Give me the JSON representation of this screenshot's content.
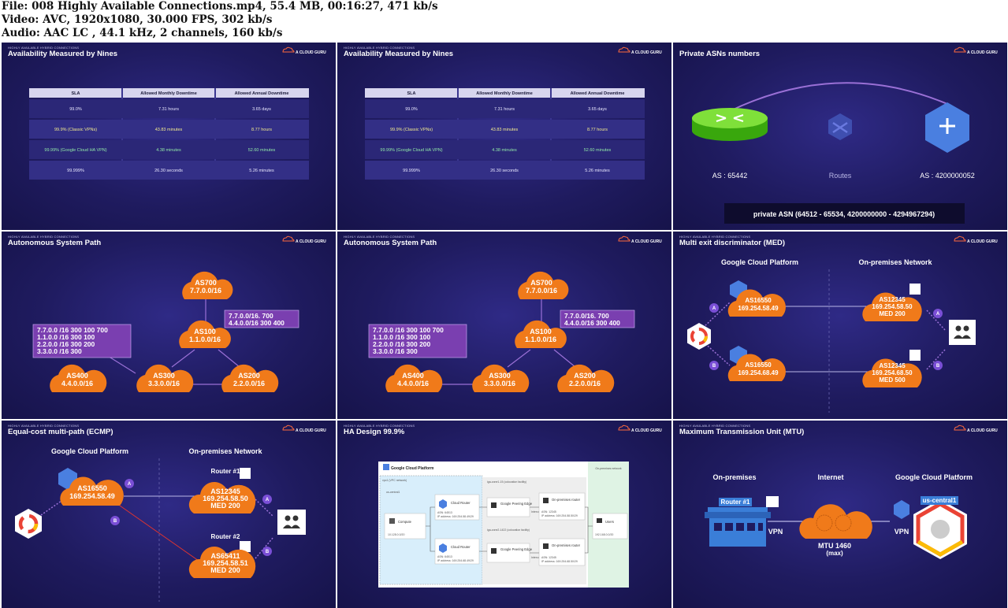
{
  "file_info": {
    "line1": "File: 008 Highly Available Connections.mp4, 55.4 MB, 00:16:27, 471 kb/s",
    "line2": "Video: AVC, 1920x1080, 30.000 FPS, 302 kb/s",
    "line3": "Audio: AAC LC , 44.1 kHz, 2 channels, 160 kb/s"
  },
  "brand": "A CLOUD GURU",
  "eyebrow": "HIGHLY AVAILABLE HYBRID CONNECTIONS",
  "colors": {
    "bg": "#1f1b5f",
    "accent_orange": "#f07a1a",
    "accent_purple": "#7a3fb0",
    "google_blue": "#4a7fe0"
  },
  "tiles": {
    "t1": {
      "title": "Availability Measured by Nines"
    },
    "t2": {
      "title": "Availability Measured by Nines"
    },
    "t3": {
      "title": "Private ASNs numbers",
      "left_as": "AS : 65442",
      "middle": "Routes",
      "right_as": "AS : 4200000052",
      "banner": "private ASN (64512 - 65534, 4200000000 - 4294967294)"
    },
    "t4": {
      "title": "Autonomous System Path"
    },
    "t5": {
      "title": "Autonomous System Path"
    },
    "t6": {
      "title": "Multi exit discriminator (MED)",
      "left_head": "Google Cloud Platform",
      "right_head": "On-premises Network"
    },
    "t7": {
      "title": "Equal-cost multi-path (ECMP)",
      "left_head": "Google Cloud Platform",
      "right_head": "On-premises Network",
      "router1": "Router #1",
      "router2": "Router #2"
    },
    "t8": {
      "title": "HA Design 99.9%"
    },
    "t9": {
      "title": "Maximum Transmission Unit (MTU)",
      "left_head": "On-premises",
      "mid_head": "Internet",
      "right_head": "Google Cloud Platform",
      "router": "Router #1",
      "vpn_left": "VPN",
      "vpn_right": "VPN",
      "mtu_line1": "MTU 1460",
      "mtu_line2": "(max)",
      "region": "us-central1"
    }
  },
  "sla_table": {
    "headers": [
      "SLA",
      "Allowed Monthly Downtime",
      "Allowed Annual Downtime"
    ],
    "rows": [
      [
        "99.0%",
        "7.31 hours",
        "3.65 days"
      ],
      [
        "99.9% (Classic VPNs)",
        "43.83 minutes",
        "8.77 hours"
      ],
      [
        "99.99% (Google Cloud HA VPN)",
        "4.38 minutes",
        "52.60 minutes"
      ],
      [
        "99.999%",
        "26.30 seconds",
        "5.26 minutes"
      ]
    ]
  },
  "as_path": {
    "clouds": [
      {
        "as": "AS700",
        "net": "7.7.0.0/16"
      },
      {
        "as": "AS100",
        "net": "1.1.0.0/16"
      },
      {
        "as": "AS300",
        "net": "3.3.0.0/16"
      },
      {
        "as": "AS200",
        "net": "2.2.0.0/16"
      },
      {
        "as": "AS400",
        "net": "4.4.0.0/16"
      }
    ],
    "left_box": [
      "7.7.0.0 /16   300  100  700",
      "1.1.0.0 /16      300  100",
      "2.2.0.0 /16      300  200",
      "3.3.0.0 /16      300"
    ],
    "right_box": [
      "7.7.0.0/16.   700",
      "4.4.0.0/16  300   400"
    ]
  },
  "med": {
    "gcp_top": {
      "as": "AS16550",
      "ip": "169.254.58.49"
    },
    "gcp_bottom": {
      "as": "AS16550",
      "ip": "169.254.68.49"
    },
    "onprem_top": {
      "as": "AS12345",
      "ip": "169.254.58.50",
      "med": "MED 200"
    },
    "onprem_bottom": {
      "as": "AS12345",
      "ip": "169.254.68.50",
      "med": "MED 500"
    },
    "label_a": "A",
    "label_b": "B"
  },
  "ecmp": {
    "gcp": {
      "as": "AS16550",
      "ip": "169.254.58.49"
    },
    "r1": {
      "as": "AS12345",
      "ip": "169.254.58.50",
      "med": "MED 200"
    },
    "r2": {
      "as": "AS65411",
      "ip": "169.254.58.51",
      "med": "MED 200"
    }
  },
  "ha_design": {
    "gcp_label": "Google Cloud Platform",
    "onprem_label": "On-premises network",
    "vpc_label": "vpc1 (VPC network)",
    "region_label": "us-central1",
    "compute": "Compute",
    "compute_net": "10.128.0.0/20",
    "cloud_router": "Cloud Router",
    "cr_asn": "ASN: 64513",
    "cr_ip1": "IP address: 169.254.58.49/29",
    "cr_ip2": "IP address: 169.254.68.49/29",
    "peering_edge": "Google Peering Edge",
    "zone1": "iga-zone1-15 (colocation facility)",
    "zone2": "iga-zone2-1422 (colocation facility)",
    "interconnect": "Interconnect",
    "onprem_router": "On-premises router",
    "or_asn": "ASN: 12345",
    "or_ip1": "IP address: 169.254.58.50/29",
    "or_ip2": "IP address: 169.254.68.50/29",
    "users": "Users",
    "users_net": "192.168.0.0/20"
  }
}
